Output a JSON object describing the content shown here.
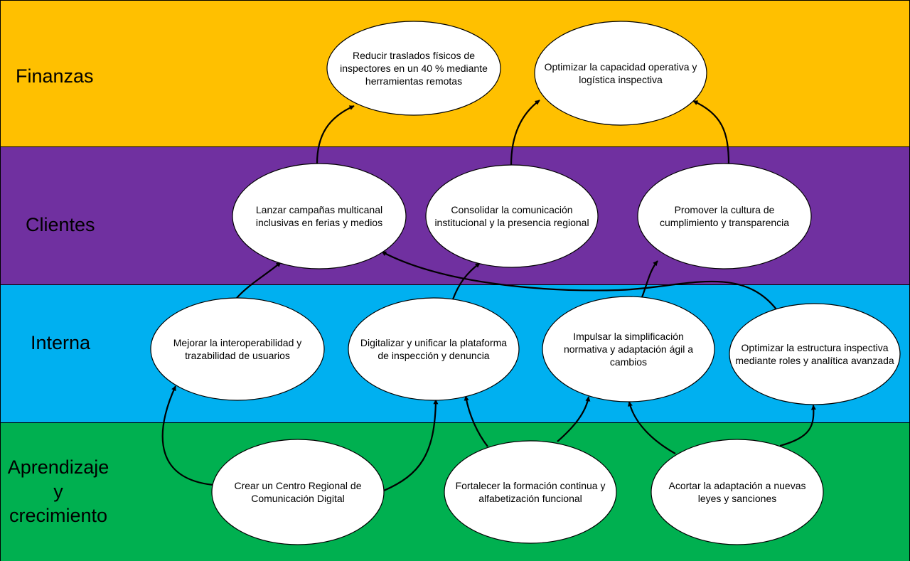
{
  "diagram": {
    "lanes": [
      {
        "id": "finanzas",
        "label": [
          "Finanzas"
        ],
        "color": "#FFC000"
      },
      {
        "id": "clientes",
        "label": [
          "Clientes"
        ],
        "color": "#7030A0"
      },
      {
        "id": "interna",
        "label": [
          "Interna"
        ],
        "color": "#00B0F0"
      },
      {
        "id": "aprendizaje",
        "label": [
          "Aprendizaje",
          "y",
          "crecimiento"
        ],
        "color": "#00B050"
      }
    ],
    "nodes": [
      {
        "id": "reducir-traslados",
        "lane": "finanzas",
        "lines": [
          "Reducir traslados físicos de",
          "inspectores en un 40 % mediante",
          "herramientas remotas"
        ]
      },
      {
        "id": "optimizar-capacidad",
        "lane": "finanzas",
        "lines": [
          "Optimizar la capacidad operativa y",
          "logística inspectiva"
        ]
      },
      {
        "id": "lanzar-campanas",
        "lane": "clientes",
        "lines": [
          "Lanzar campañas multicanal",
          "inclusivas en ferias y medios"
        ]
      },
      {
        "id": "consolidar-comunicacion",
        "lane": "clientes",
        "lines": [
          "Consolidar la comunicación",
          "institucional y la presencia regional"
        ]
      },
      {
        "id": "promover-cultura",
        "lane": "clientes",
        "lines": [
          "Promover la cultura de",
          "cumplimiento y transparencia"
        ]
      },
      {
        "id": "mejorar-interoperabilidad",
        "lane": "interna",
        "lines": [
          "Mejorar la interoperabilidad y",
          "trazabilidad de usuarios"
        ]
      },
      {
        "id": "digitalizar-plataforma",
        "lane": "interna",
        "lines": [
          "Digitalizar y unificar la plataforma",
          "de inspección y denuncia"
        ]
      },
      {
        "id": "impulsar-simplificacion",
        "lane": "interna",
        "lines": [
          "Impulsar la simplificación",
          "normativa y adaptación ágil a",
          "cambios"
        ]
      },
      {
        "id": "optimizar-estructura",
        "lane": "interna",
        "lines": [
          "Optimizar la estructura inspectiva",
          "mediante roles y analítica avanzada"
        ]
      },
      {
        "id": "crear-centro",
        "lane": "aprendizaje",
        "lines": [
          "Crear un Centro Regional de",
          "Comunicación Digital"
        ]
      },
      {
        "id": "fortalecer-formacion",
        "lane": "aprendizaje",
        "lines": [
          "Fortalecer la formación continua y",
          "alfabetización funcional"
        ]
      },
      {
        "id": "acortar-adaptacion",
        "lane": "aprendizaje",
        "lines": [
          "Acortar la adaptación a nuevas",
          "leyes y sanciones"
        ]
      }
    ],
    "edges": [
      {
        "from": "lanzar-campanas",
        "to": "reducir-traslados"
      },
      {
        "from": "consolidar-comunicacion",
        "to": "optimizar-capacidad"
      },
      {
        "from": "promover-cultura",
        "to": "optimizar-capacidad"
      },
      {
        "from": "mejorar-interoperabilidad",
        "to": "lanzar-campanas"
      },
      {
        "from": "digitalizar-plataforma",
        "to": "consolidar-comunicacion"
      },
      {
        "from": "impulsar-simplificacion",
        "to": "promover-cultura"
      },
      {
        "from": "optimizar-estructura",
        "to": "lanzar-campanas"
      },
      {
        "from": "crear-centro",
        "to": "mejorar-interoperabilidad"
      },
      {
        "from": "crear-centro",
        "to": "digitalizar-plataforma"
      },
      {
        "from": "fortalecer-formacion",
        "to": "digitalizar-plataforma"
      },
      {
        "from": "fortalecer-formacion",
        "to": "impulsar-simplificacion"
      },
      {
        "from": "acortar-adaptacion",
        "to": "impulsar-simplificacion"
      },
      {
        "from": "acortar-adaptacion",
        "to": "optimizar-estructura"
      }
    ]
  }
}
